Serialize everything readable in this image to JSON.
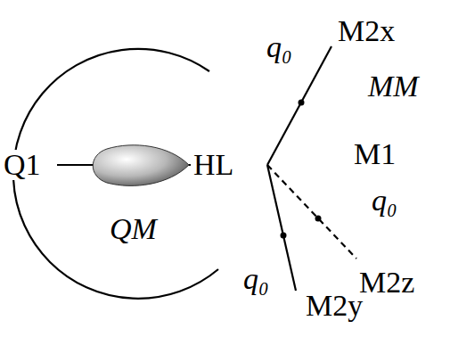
{
  "diagram": {
    "labels": [
      "M2x",
      "q₀",
      "MM",
      "Q1",
      "HL",
      "M1",
      "q₀",
      "M2z",
      "QM",
      "q₀",
      "M2y"
    ]
  }
}
